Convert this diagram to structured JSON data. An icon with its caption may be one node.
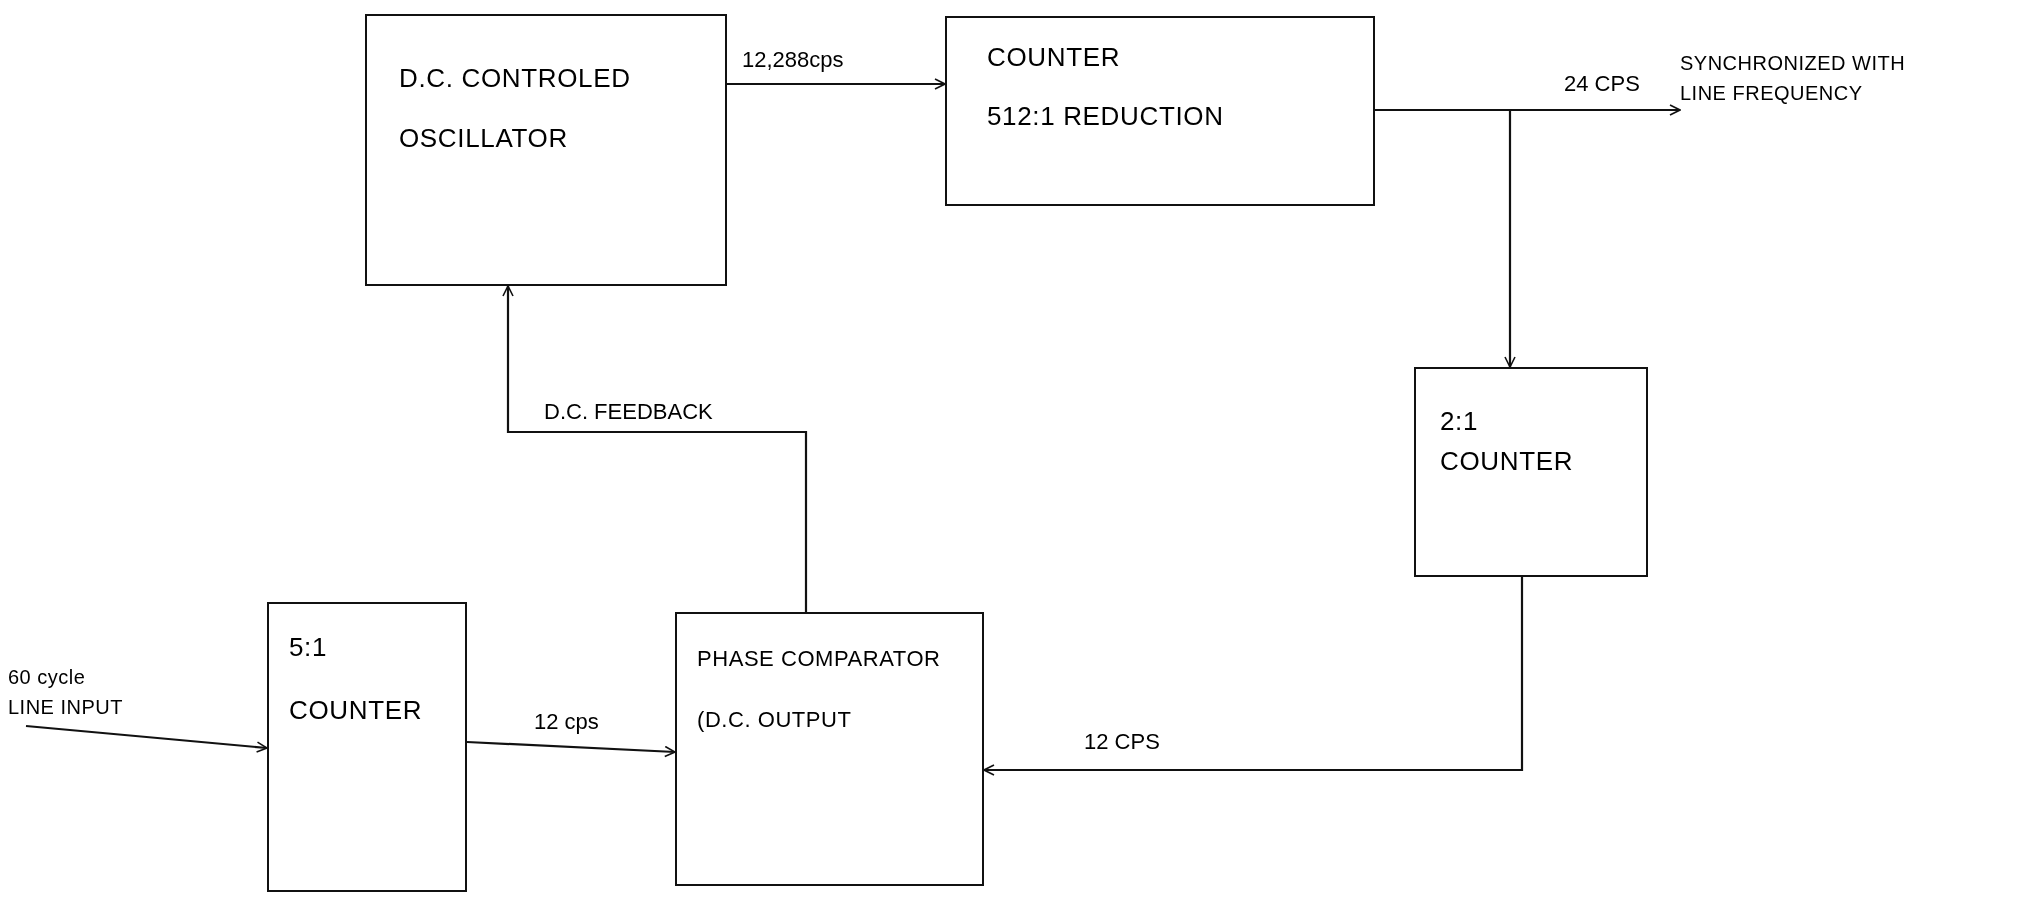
{
  "diagram": {
    "nodes": [
      {
        "text": [
          "D.C. CONTROLED OSCILLATOR"
        ]
      },
      {
        "text": [
          "COUNTER",
          "512:1 REDUCTION"
        ]
      },
      {
        "text": [
          "2:1 COUNTER"
        ]
      },
      {
        "text": [
          "PHASE COMPARATOR",
          "(D.C. OUTPUT"
        ]
      },
      {
        "text": [
          "5:1",
          "COUNTER"
        ]
      },
      {
        "text": [
          "60 cycle LINE INPUT"
        ]
      },
      {
        "text": [
          "SYNCHRONIZED WITH LINE FREQUENCY"
        ]
      }
    ],
    "edges": [
      {
        "from": 0,
        "to": 1,
        "arrow": "to",
        "label": "12,288cps"
      },
      {
        "from": 1,
        "to": 6,
        "arrow": "to",
        "label": "24 CPS"
      },
      {
        "from": 1,
        "to": 2,
        "arrow": "to"
      },
      {
        "from": 2,
        "to": 3,
        "arrow": "to",
        "label": "12 CPS"
      },
      {
        "from": 3,
        "to": 0,
        "arrow": "to",
        "label": "D.C. FEEDBACK"
      },
      {
        "from": 4,
        "to": 3,
        "arrow": "to",
        "label": "12 cps"
      },
      {
        "from": 5,
        "to": 4,
        "arrow": "to"
      }
    ]
  }
}
